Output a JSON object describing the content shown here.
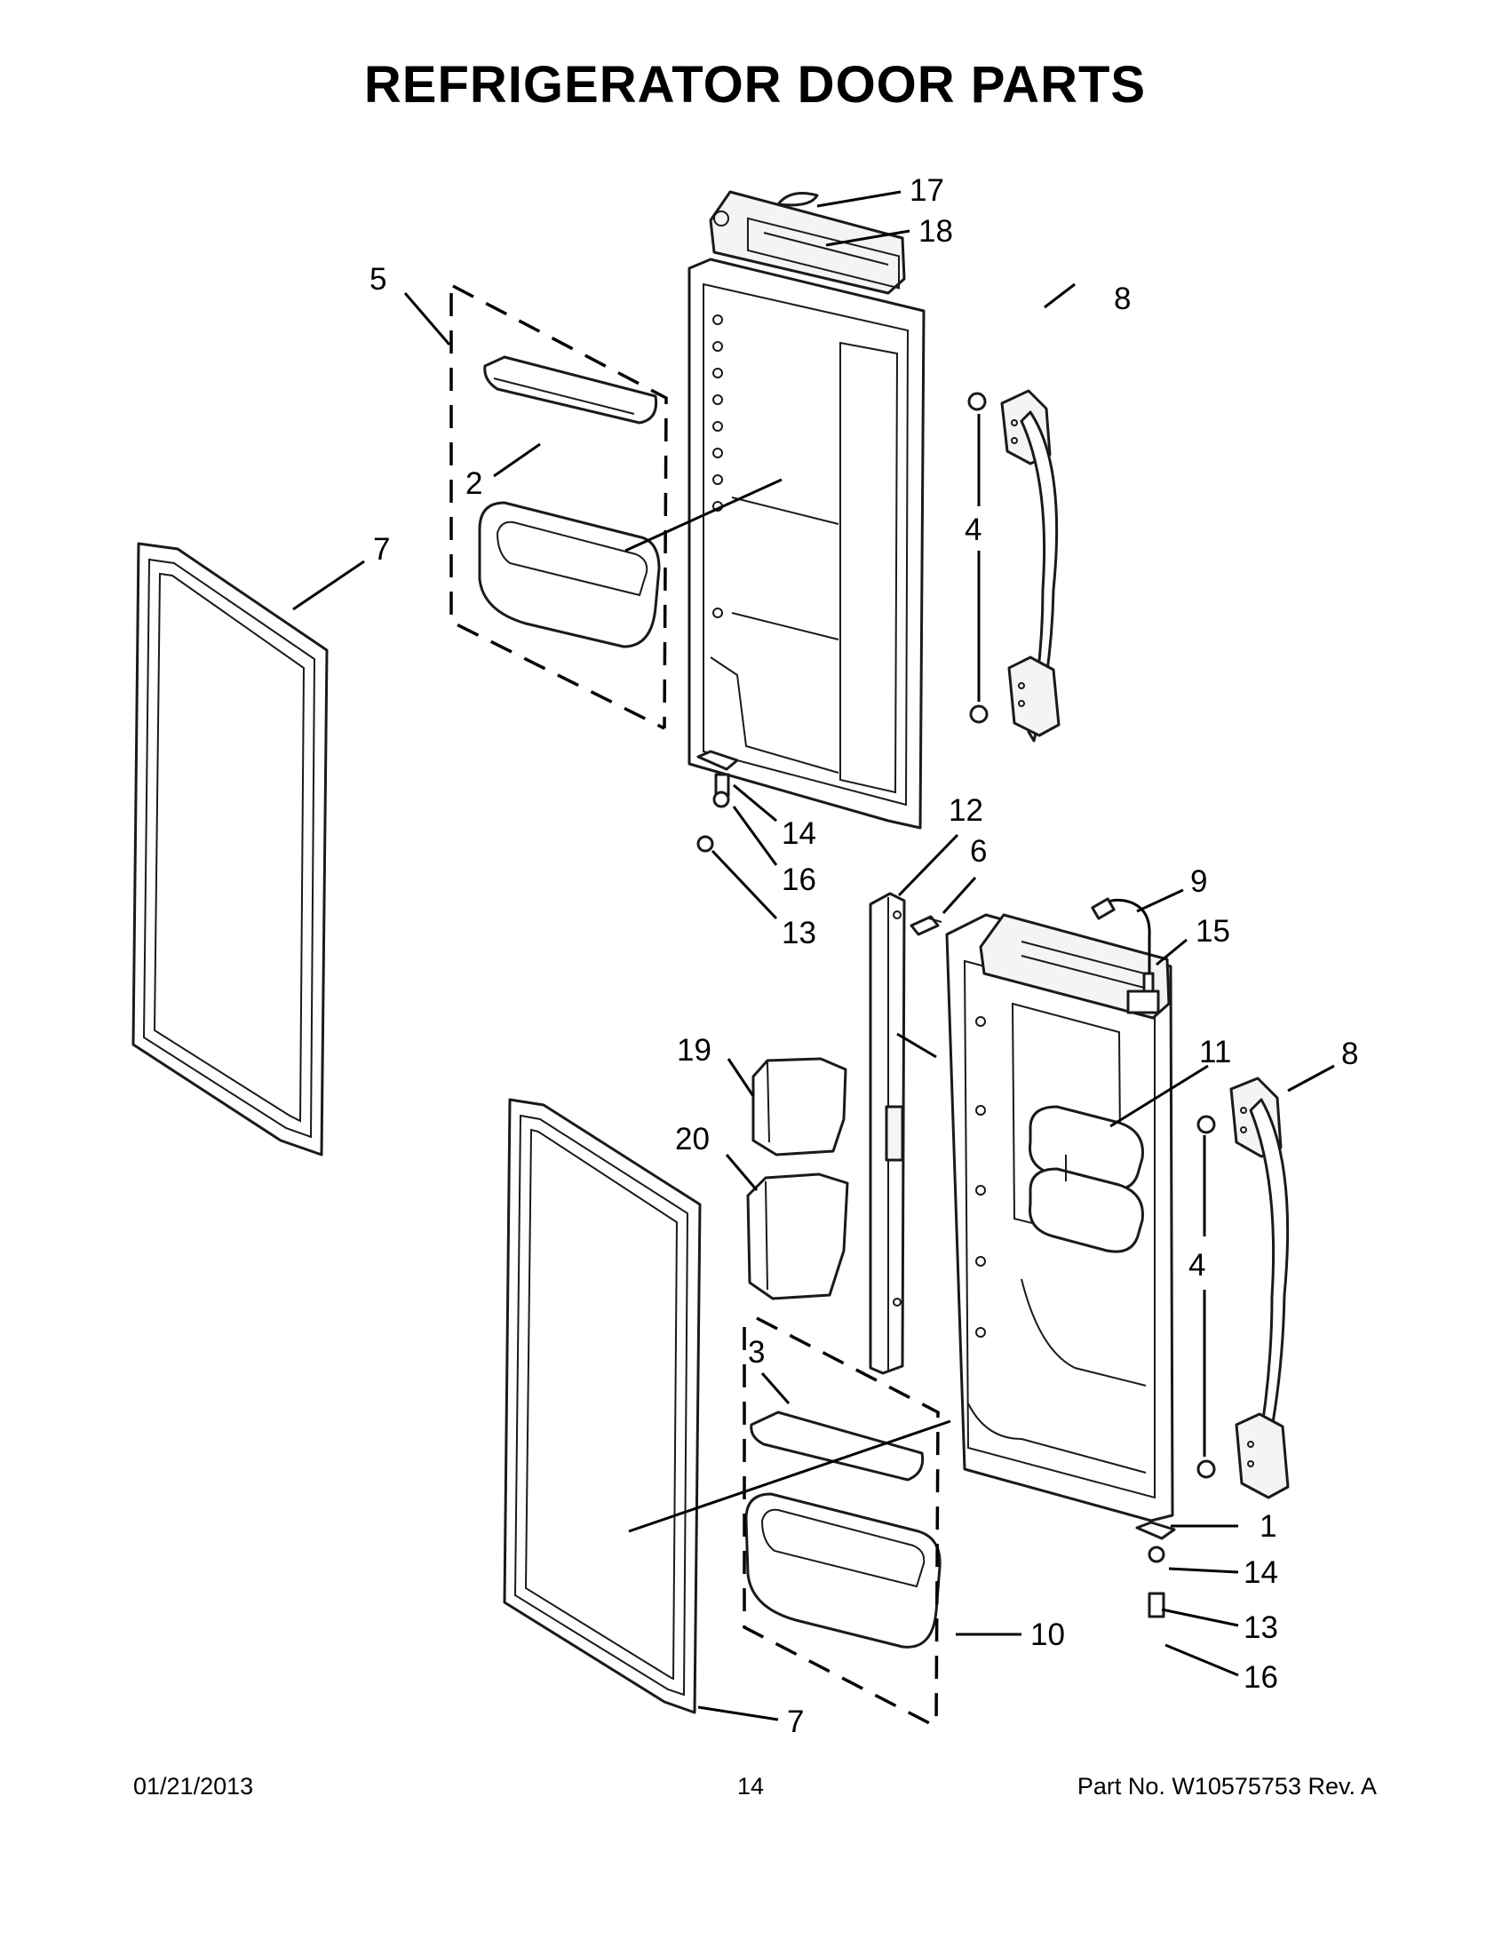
{
  "title": "REFRIGERATOR DOOR PARTS",
  "footer": {
    "date": "01/21/2013",
    "page": "14",
    "part_number": "Part No.  W10575753  Rev.  A"
  },
  "callouts": [
    {
      "id": "c17",
      "label": "17"
    },
    {
      "id": "c18",
      "label": "18"
    },
    {
      "id": "c5",
      "label": "5"
    },
    {
      "id": "c8a",
      "label": "8"
    },
    {
      "id": "c2",
      "label": "2"
    },
    {
      "id": "c7a",
      "label": "7"
    },
    {
      "id": "c4a",
      "label": "4"
    },
    {
      "id": "c14a",
      "label": "14"
    },
    {
      "id": "c16a",
      "label": "16"
    },
    {
      "id": "c13a",
      "label": "13"
    },
    {
      "id": "c12",
      "label": "12"
    },
    {
      "id": "c6",
      "label": "6"
    },
    {
      "id": "c9",
      "label": "9"
    },
    {
      "id": "c15",
      "label": "15"
    },
    {
      "id": "c19",
      "label": "19"
    },
    {
      "id": "c11",
      "label": "11"
    },
    {
      "id": "c8b",
      "label": "8"
    },
    {
      "id": "c20",
      "label": "20"
    },
    {
      "id": "c4b",
      "label": "4"
    },
    {
      "id": "c3",
      "label": "3"
    },
    {
      "id": "c1",
      "label": "1"
    },
    {
      "id": "c14b",
      "label": "14"
    },
    {
      "id": "c10",
      "label": "10"
    },
    {
      "id": "c13b",
      "label": "13"
    },
    {
      "id": "c16b",
      "label": "16"
    },
    {
      "id": "c7b",
      "label": "7"
    }
  ]
}
